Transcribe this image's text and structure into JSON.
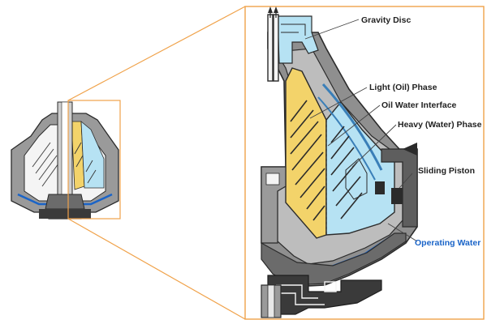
{
  "labels": {
    "gravity_disc": "Gravity Disc",
    "light_phase": "Light (Oil) Phase",
    "interface": "Oil Water Interface",
    "heavy_phase": "Heavy (Water) Phase",
    "sliding_piston": "Sliding Piston",
    "operating_water": "Operating Water"
  },
  "colors": {
    "oil": "#f3d36a",
    "water": "#b6e2f3",
    "metal": "#8f8f8f",
    "metal_dark": "#5e5e5e",
    "operating_water": "#1a64c8",
    "frame": "#f0a24a"
  }
}
